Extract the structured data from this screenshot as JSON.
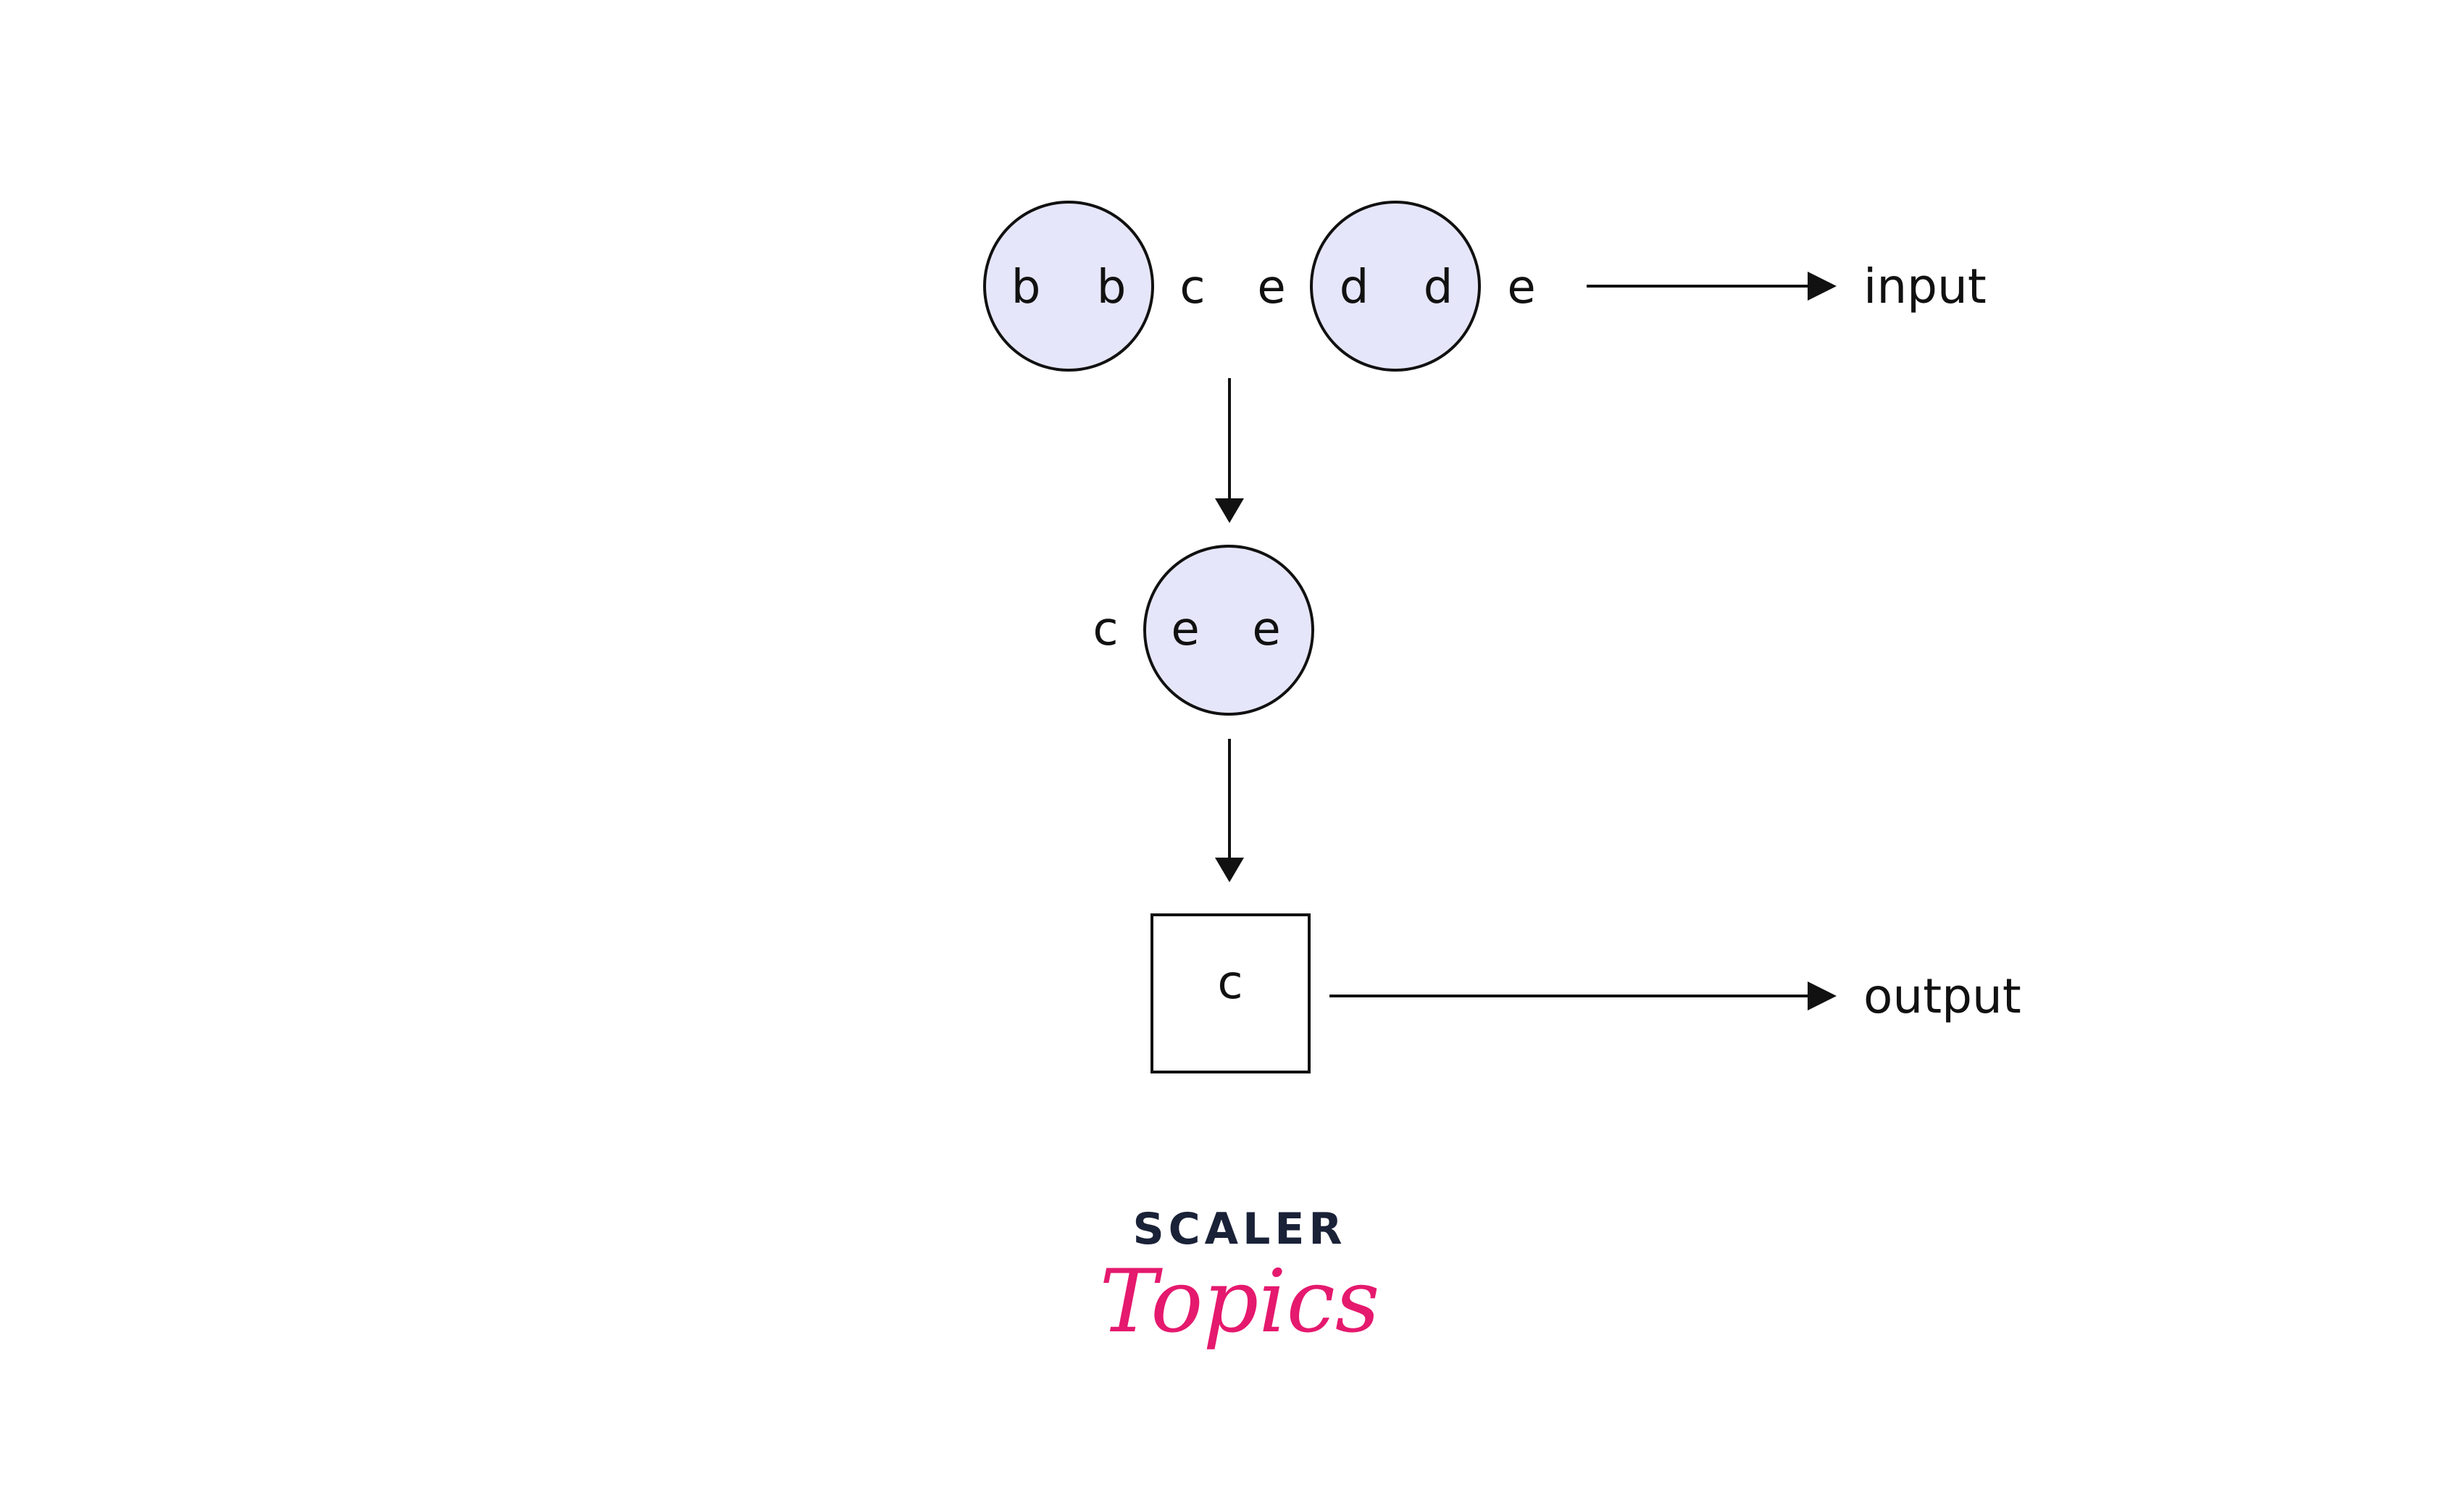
{
  "diagram": {
    "input_row": {
      "chars": [
        "b",
        "b",
        "c",
        "e",
        "d",
        "d",
        "e"
      ],
      "label": "input"
    },
    "middle_row": {
      "chars": [
        "c",
        "e",
        "e"
      ]
    },
    "output_box": {
      "char": "c",
      "label": "output"
    },
    "colors": {
      "circle_fill": "#e6e6fa",
      "stroke": "#111111",
      "logo_dark": "#1a2238",
      "logo_pink": "#e5196e"
    }
  },
  "logo": {
    "brand": "SCALER",
    "product": "Topics"
  }
}
